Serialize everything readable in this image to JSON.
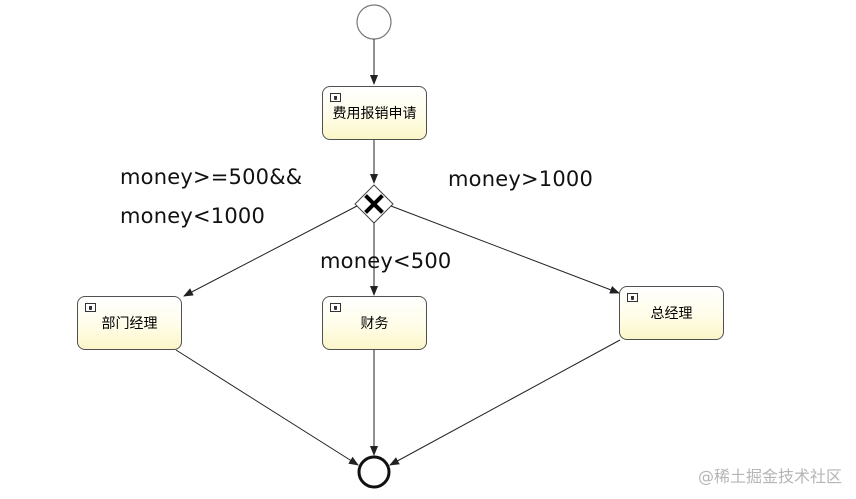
{
  "tasks": {
    "apply": "费用报销申请",
    "dept_manager": "部门经理",
    "finance": "财务",
    "general_manager": "总经理"
  },
  "conditions": {
    "mid_line1": "money>=500&&",
    "mid_line2": "money<1000",
    "high": "money>1000",
    "low": "money<500"
  },
  "watermark": "@稀土掘金技术社区",
  "colors": {
    "task_fill": "#fffde8",
    "task_border": "#505050",
    "line": "#222222"
  },
  "icons": {
    "task_marker": "user-task-icon",
    "gateway_marker": "exclusive-gateway-x-icon"
  }
}
